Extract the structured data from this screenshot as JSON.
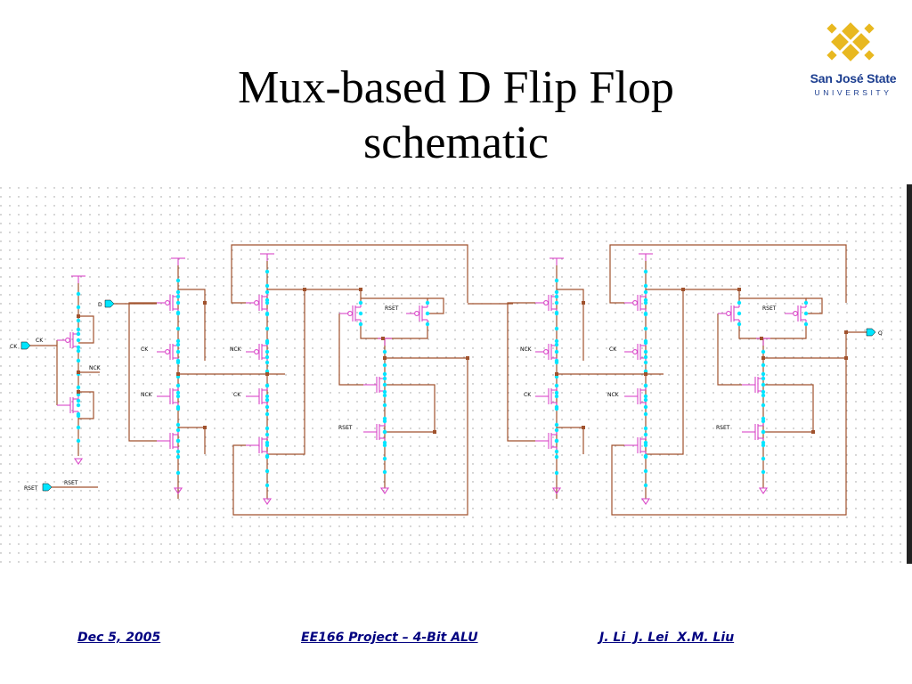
{
  "slide": {
    "title_line1": "Mux-based D Flip Flop",
    "title_line2": "schematic"
  },
  "logo": {
    "name": "San José State",
    "subtitle": "UNIVERSITY"
  },
  "schematic": {
    "pins": {
      "d_in": "D",
      "ck_in": "CK",
      "rset_in": "RSET",
      "q_out": "Q"
    },
    "labels": {
      "ck": "CK",
      "nck": "NCK",
      "rset": "RSET"
    },
    "colors": {
      "wire": "#a0522d",
      "device": "#d946c8",
      "node": "#00e5ff",
      "grid": "#9a9a9a"
    }
  },
  "footer": {
    "date": "Dec 5, 2005",
    "project": "EE166 Project – 4-Bit ALU",
    "authors": "J. Li  J. Lei  X.M. Liu"
  }
}
